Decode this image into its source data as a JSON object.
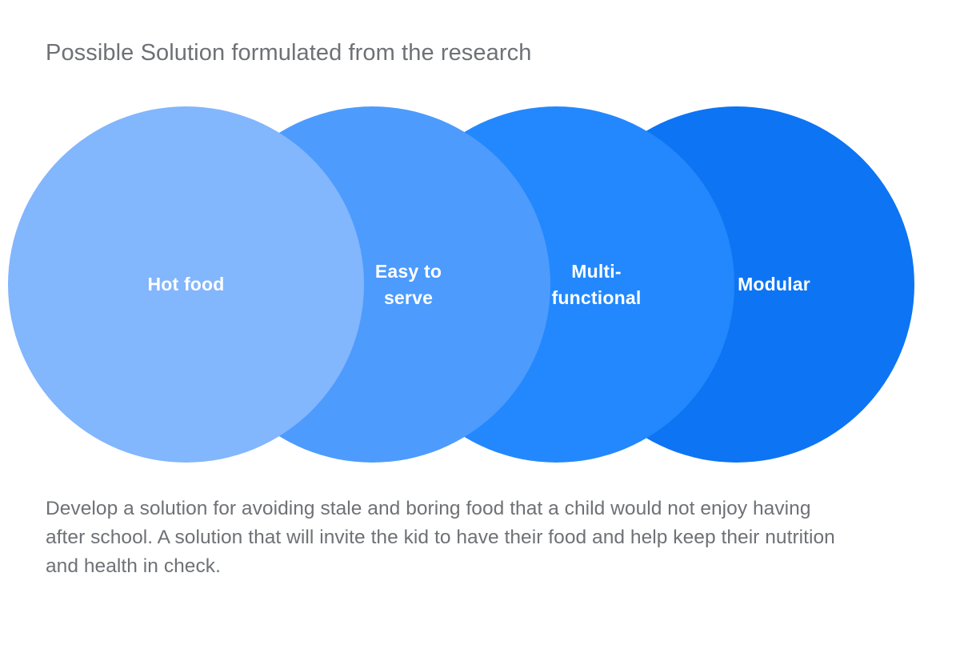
{
  "slide": {
    "background_color": "#ffffff",
    "title": "Possible Solution formulated from the research",
    "title_color": "#6e7175"
  },
  "venn": {
    "label_color": "#ffffff",
    "circles": [
      {
        "id": "hot-food",
        "label": "Hot food",
        "color": "#82b6fd"
      },
      {
        "id": "easy-to-serve",
        "label": "Easy to\nserve",
        "color": "#4d9bfd"
      },
      {
        "id": "multifunctional",
        "label": "Multi-\nfunctional",
        "color": "#2388fd"
      },
      {
        "id": "modular",
        "label": "Modular",
        "color": "#0d74f4"
      }
    ]
  },
  "description": {
    "text": "Develop a solution for avoiding stale and boring food that a child would not enjoy having after school. A solution that will invite the kid to have their food and help keep their nutrition and health in check.",
    "color": "#6e7175"
  }
}
